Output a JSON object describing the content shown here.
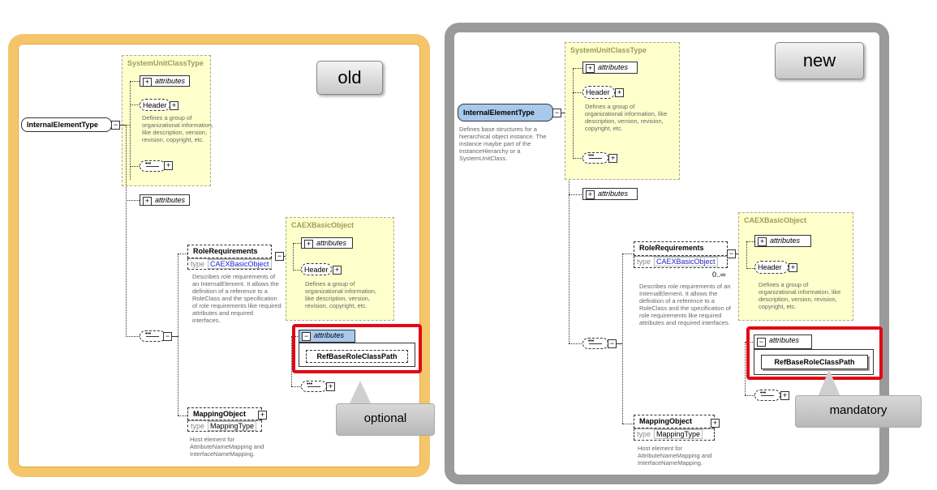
{
  "old": {
    "label": "old",
    "callout": "optional",
    "root": "InternalElementType",
    "suc_title": "SystemUnitClassType",
    "attributes": "attributes",
    "header": "Header",
    "header_desc": "Defines a group of organizational information, like description, version, revision, copyright, etc.",
    "role_req": "RoleRequirements",
    "type_label": "type",
    "role_type": "CAEXBasicObject",
    "role_desc": "Describes role requirements of an InternalElement. It allows the definition of a reference to a RoleClass and the specification of role requirements like required attributes and required interfaces.",
    "caex_title": "CAEXBasicObject",
    "ref_path": "RefBaseRoleClassPath",
    "mapping": "MappingObject",
    "mapping_type": "MappingType",
    "mapping_desc": "Host element for AttributeNameMapping and InterfaceNameMapping."
  },
  "new": {
    "label": "new",
    "callout": "mandatory",
    "root": "InternalElementType",
    "root_desc": "Defines base structures for a hierarchical object instance. The instance maybe part of the InstanceHierarchy or a SystemUnitClass.",
    "multiplicity": "0..∞"
  }
}
